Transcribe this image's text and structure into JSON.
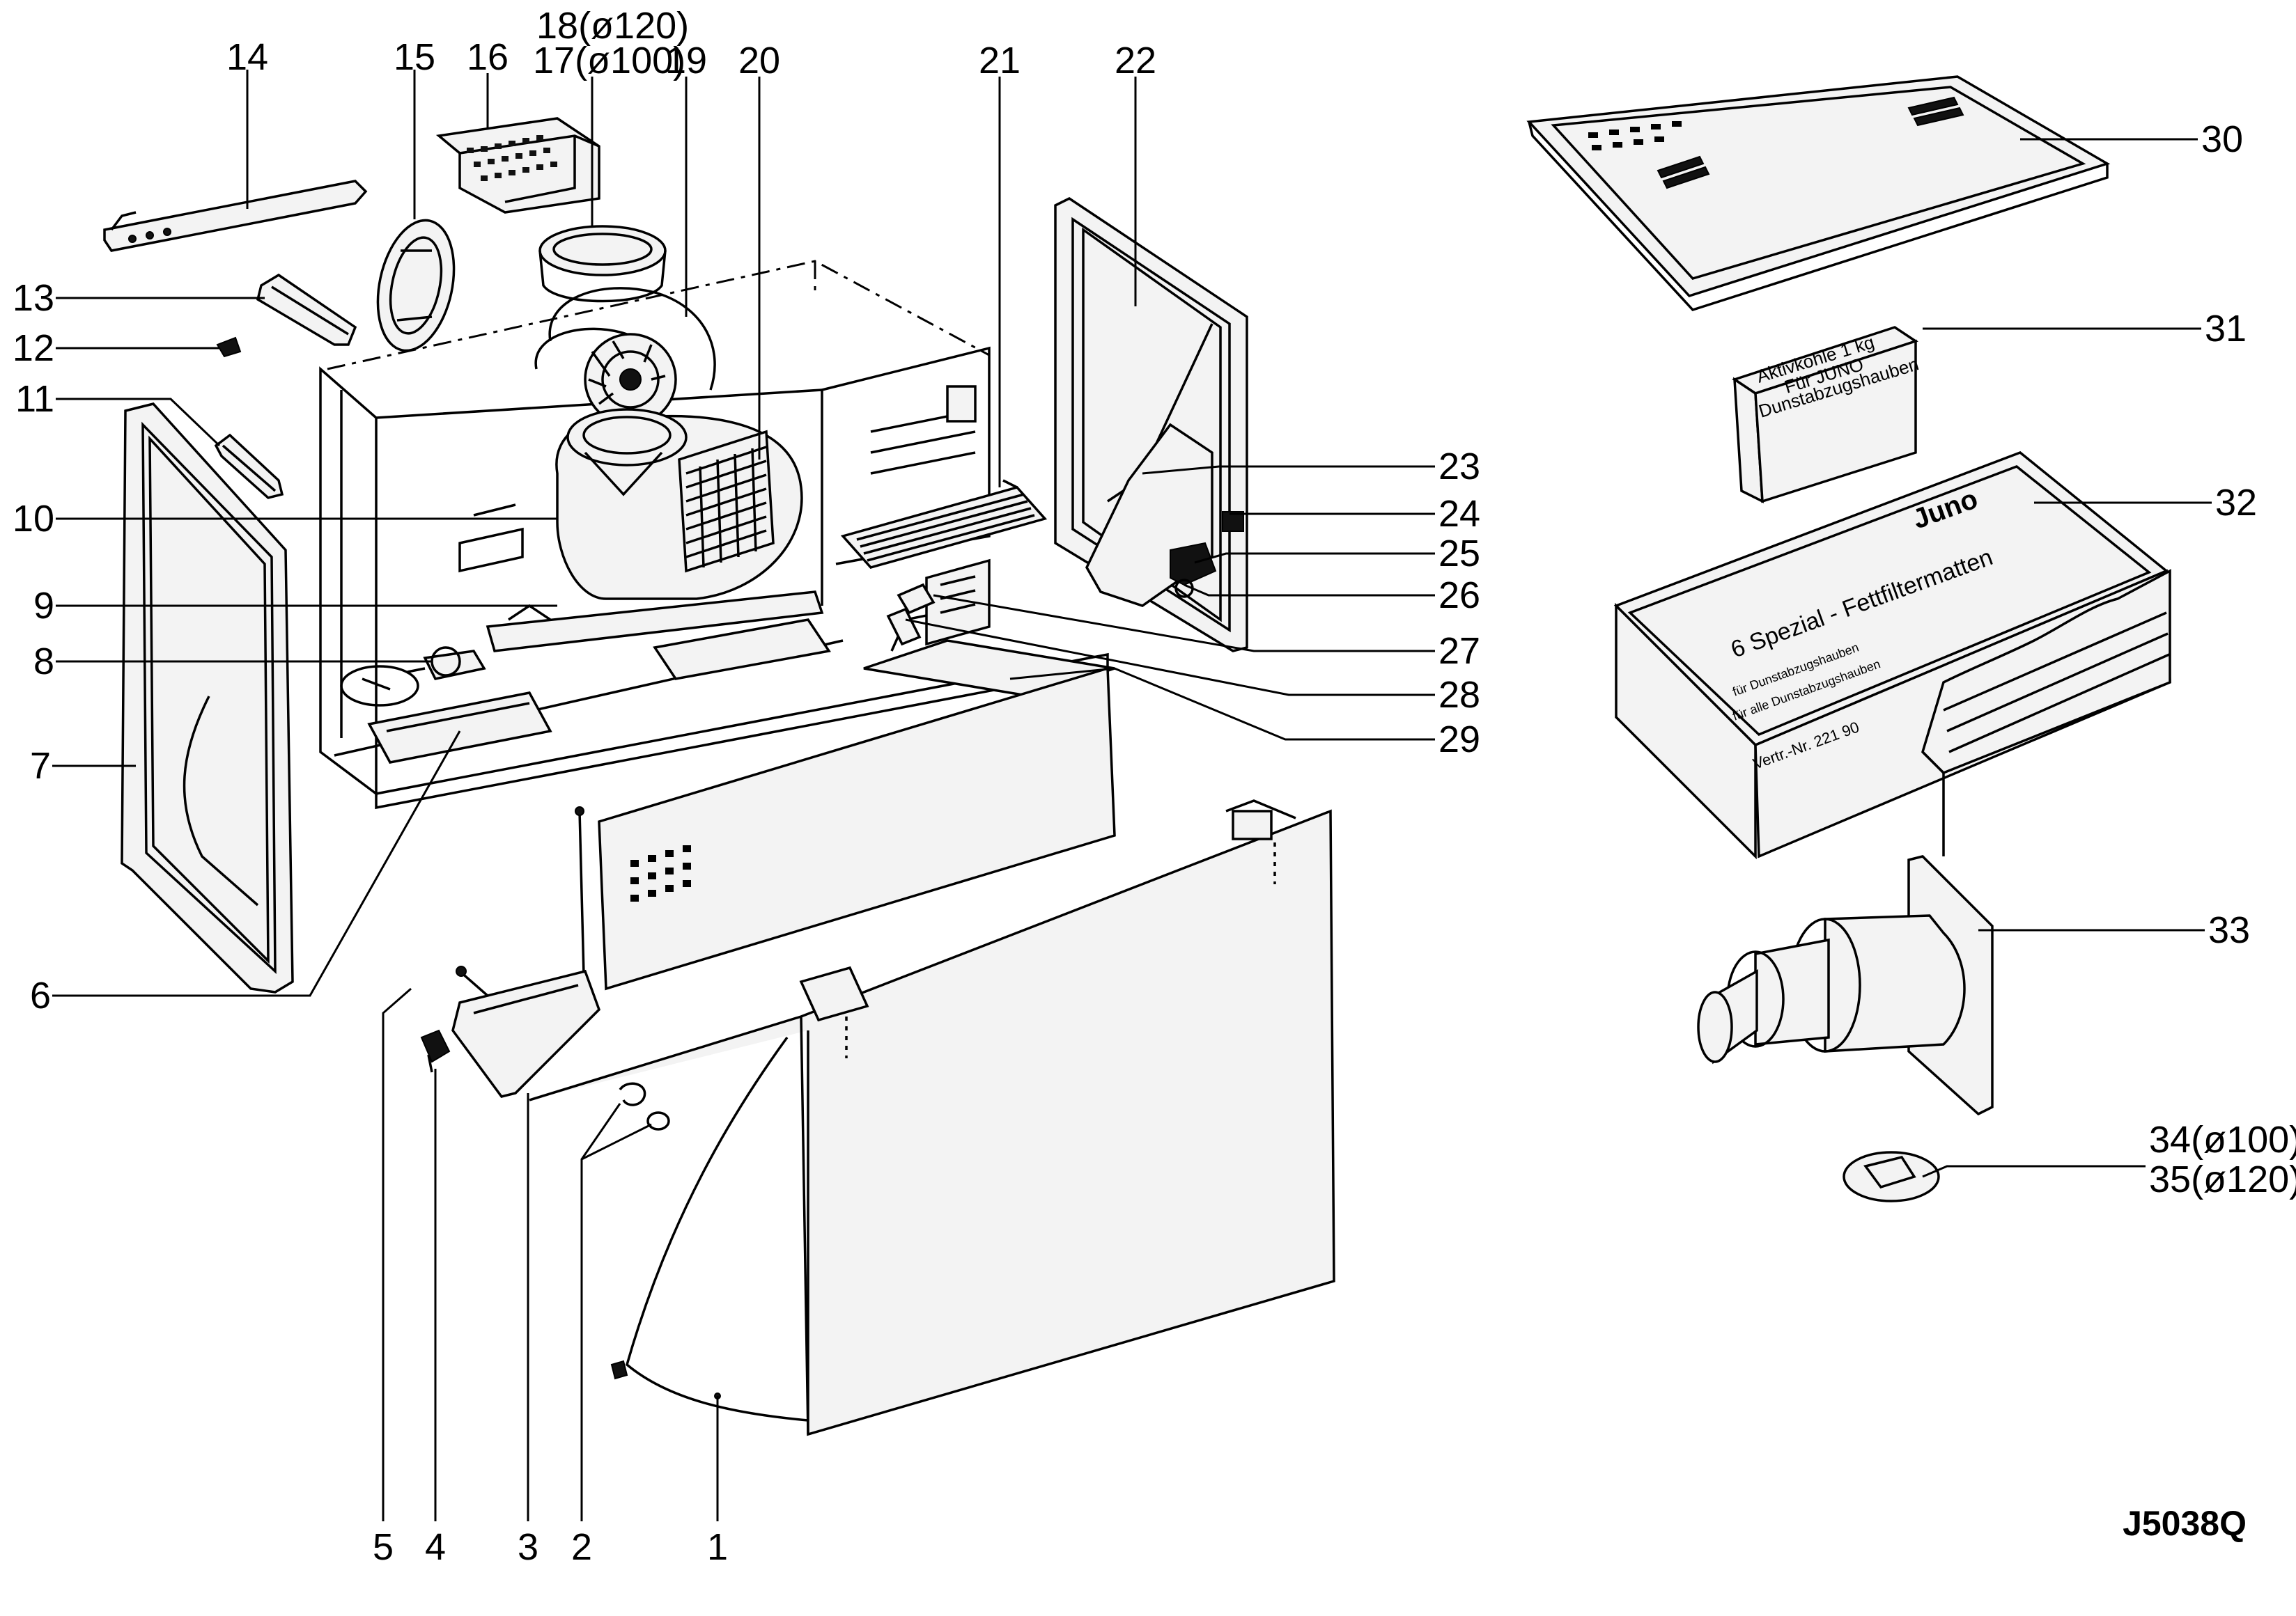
{
  "diagram_code": "J5038Q",
  "callouts": {
    "c1": "1",
    "c2": "2",
    "c3": "3",
    "c4": "4",
    "c5": "5",
    "c6": "6",
    "c7": "7",
    "c8": "8",
    "c9": "9",
    "c10": "10",
    "c11": "11",
    "c12": "12",
    "c13": "13",
    "c14": "14",
    "c15": "15",
    "c16": "16",
    "c17": "17(ø100)",
    "c18": "18(ø120)",
    "c19": "19",
    "c20": "20",
    "c21": "21",
    "c22": "22",
    "c23": "23",
    "c24": "24",
    "c25": "25",
    "c26": "26",
    "c27": "27",
    "c28": "28",
    "c29": "29",
    "c30": "30",
    "c31": "31",
    "c32": "32",
    "c33": "33",
    "c34": "34(ø100)",
    "c35": "35(ø120)"
  },
  "box31_label": [
    "Aktivkohle 1 kg",
    "Für JUNO",
    "Dunstabzugshauben"
  ],
  "box32_brand": "Juno",
  "box32_title": "6 Spezial - Fettfiltermatten",
  "box32_lines": [
    "für Dunstabzugshauben",
    "für alle Dunstabzugshauben",
    "Vertr.-Nr. 221 90"
  ]
}
